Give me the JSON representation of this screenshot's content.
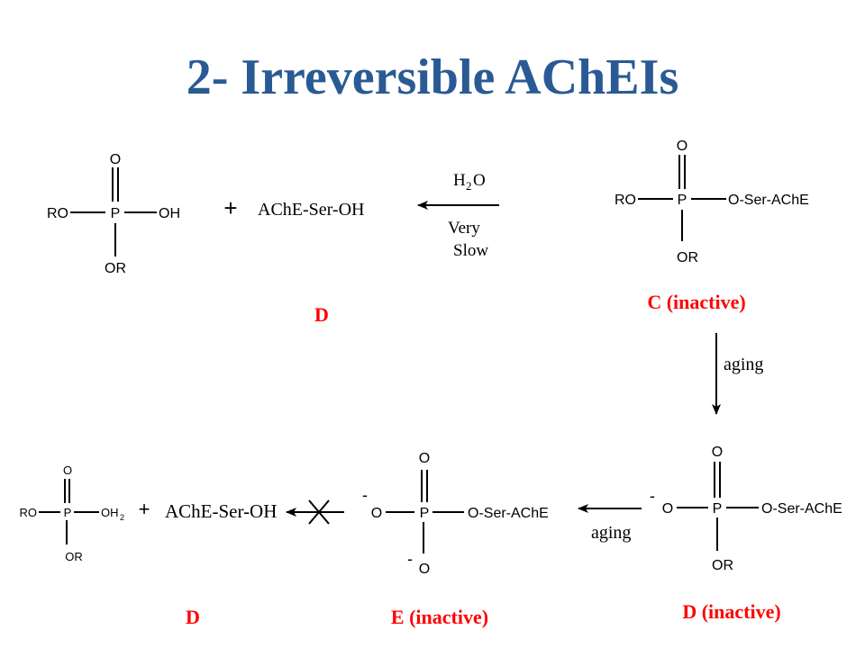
{
  "title": "2- Irreversible AChEIs",
  "colors": {
    "title": "#2a5a94",
    "label": "#ff0000",
    "ink": "#000000"
  },
  "top_row": {
    "product": {
      "o_top": "O",
      "left": "RO",
      "p": "P",
      "right": "OH",
      "bottom": "OR"
    },
    "plus": "+",
    "enzyme": "AChE-Ser-OH",
    "arrow_top": {
      "h": "H",
      "sub": "2",
      "o": "O"
    },
    "arrow_bottom_1": "Very",
    "arrow_bottom_2": "Slow",
    "inhibited": {
      "o_top": "O",
      "left": "RO",
      "p": "P",
      "right": "O-Ser-AChE",
      "bottom": "OR"
    },
    "label_product": "D",
    "label_inhibited": "C (inactive)"
  },
  "side": {
    "aging": "aging"
  },
  "bottom_row": {
    "product": {
      "o_top": "O",
      "left": "RO",
      "p": "P",
      "right_main": "OH",
      "right_sub": "2",
      "bottom": "OR"
    },
    "plus": "+",
    "enzyme": "AChE-Ser-OH",
    "middle": {
      "minus_top": "-",
      "o_left": "O",
      "o_top": "O",
      "p": "P",
      "right": "O-Ser-AChE",
      "minus_bottom": "-",
      "o_bottom": "O"
    },
    "aging": "aging",
    "right": {
      "minus": "-",
      "o_left": "O",
      "o_top": "O",
      "p": "P",
      "right": "O-Ser-AChE",
      "bottom": "OR"
    },
    "label_product": "D",
    "label_middle": "E (inactive)",
    "label_right": "D (inactive)"
  }
}
